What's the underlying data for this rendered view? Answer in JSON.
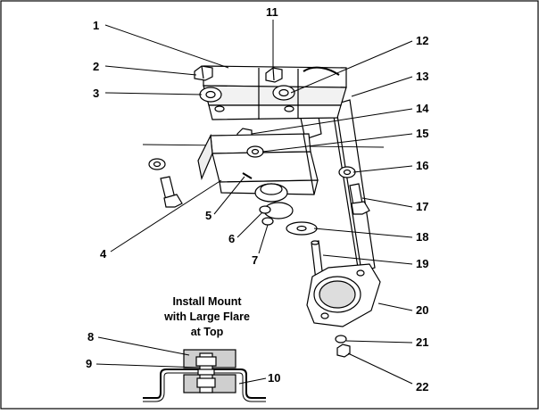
{
  "callouts": [
    "1",
    "2",
    "3",
    "4",
    "5",
    "6",
    "7",
    "8",
    "9",
    "10",
    "11",
    "12",
    "13",
    "14",
    "15",
    "16",
    "17",
    "18",
    "19",
    "20",
    "21",
    "22"
  ],
  "note": {
    "line1": "Install Mount",
    "line2": "with Large Flare",
    "line3": "at Top"
  }
}
